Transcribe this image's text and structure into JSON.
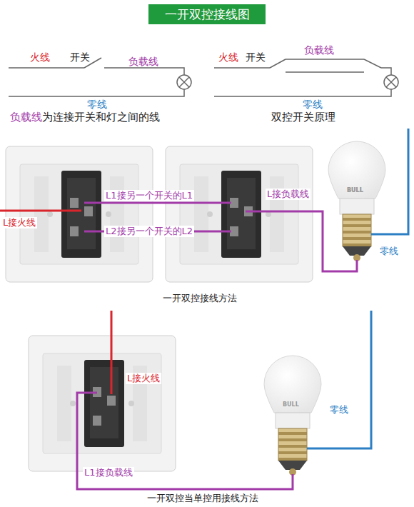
{
  "diagram": {
    "title": "一开双控接线图",
    "labels": [
      "火线",
      "开关",
      "负载线",
      "零线",
      "负载线",
      "为连接开关和灯之间的线",
      "火线",
      "开关",
      "负载线",
      "零线",
      "双控开关原理",
      "L1接另一个开关的L1",
      "L接负载线",
      "L2接另一个开关的L2",
      "L接火线",
      "BULL",
      "零线",
      "BULL",
      "一开双控接线方法",
      "L接火线",
      "BULL",
      "零线",
      "L1接负载线",
      "一开双控当单控用接线方法"
    ]
  }
}
